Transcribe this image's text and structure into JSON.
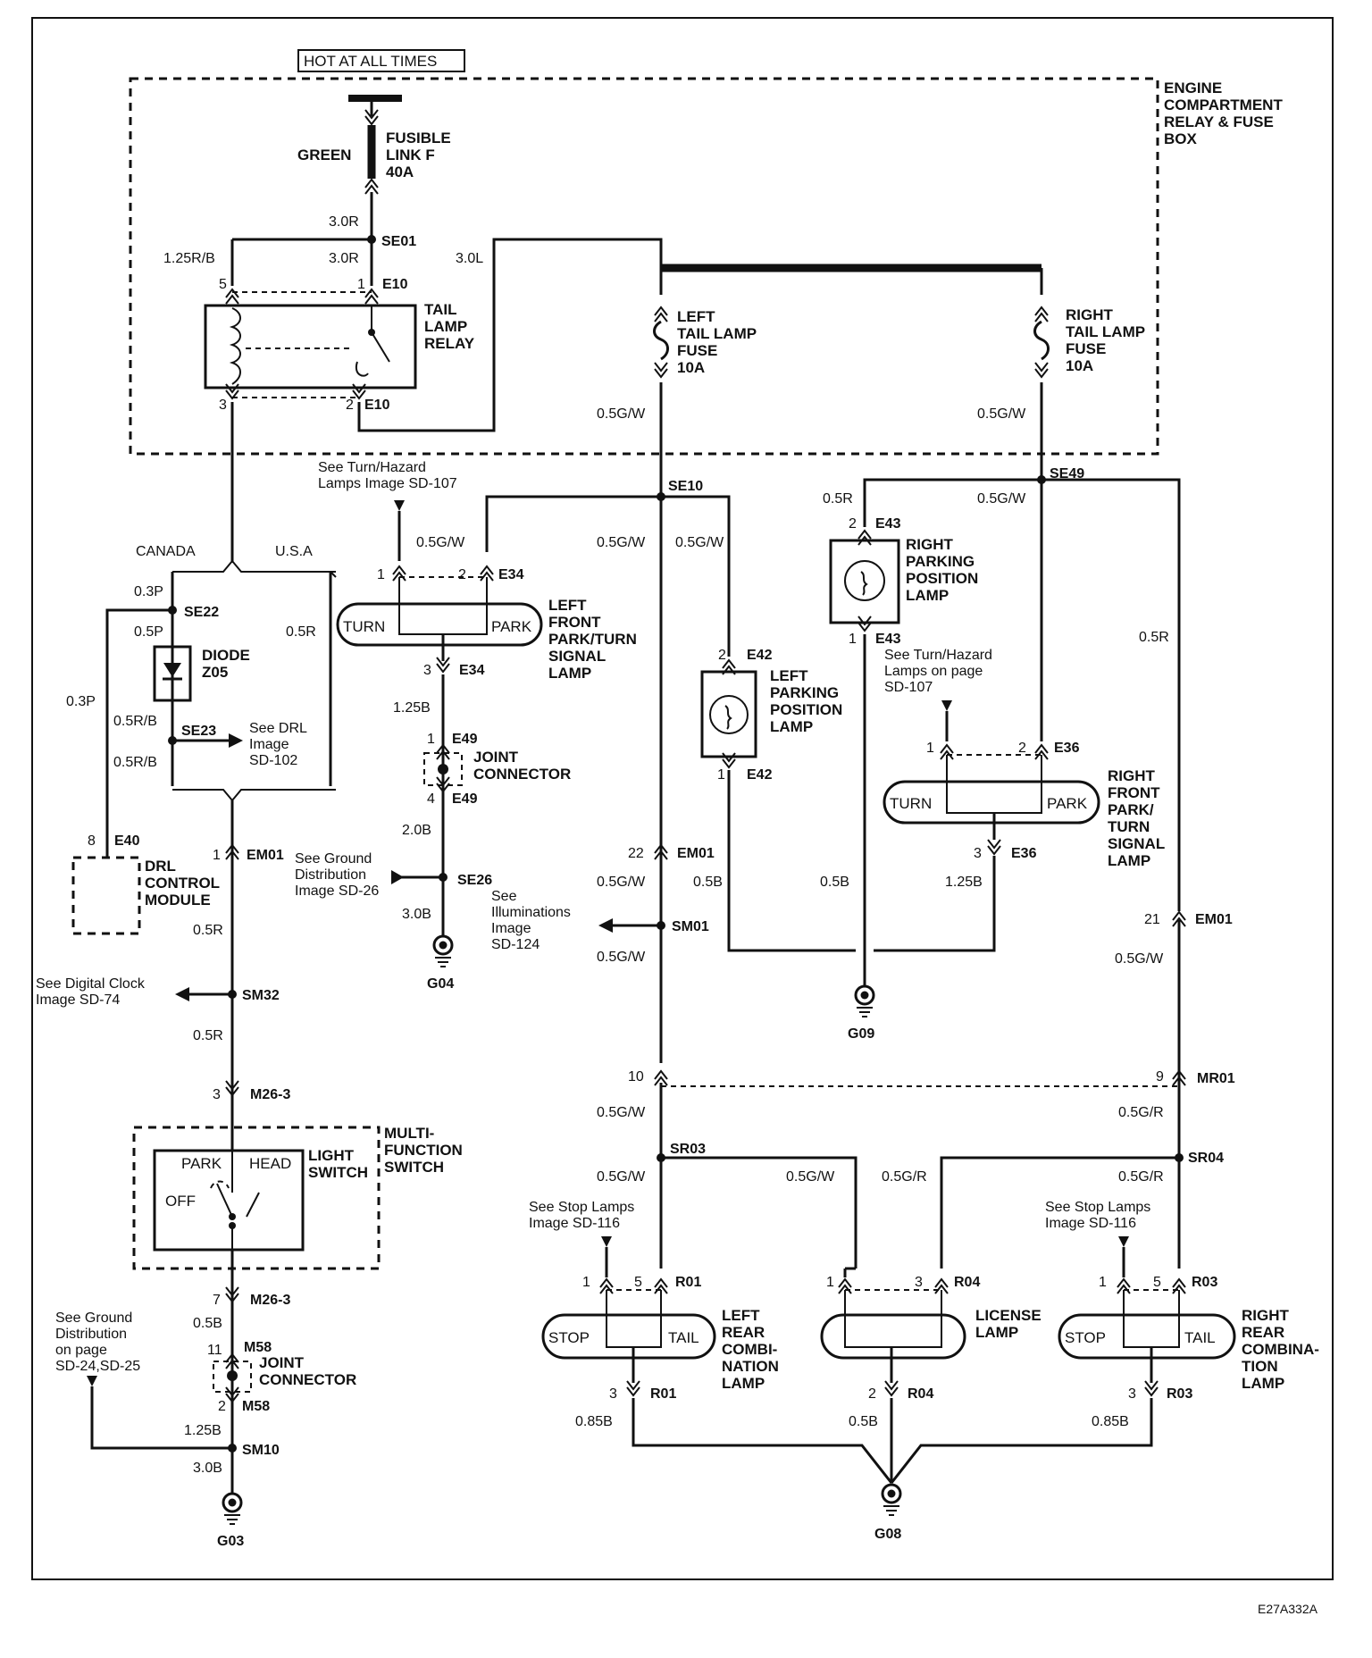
{
  "labels": {
    "hot": "HOT AT ALL TIMES",
    "box1": "ENGINE",
    "box2": "COMPARTMENT",
    "box3": "RELAY & FUSE",
    "box4": "BOX",
    "green": "GREEN",
    "fl1": "FUSIBLE",
    "fl2": "LINK F",
    "fl3": "40A",
    "w_3_0R_a": "3.0R",
    "se01": "SE01",
    "w_125RB": "1.25R/B",
    "w_3_0R_b": "3.0R",
    "w_3_0L": "3.0L",
    "p5": "5",
    "p1": "1",
    "e10a": "E10",
    "tl1": "TAIL",
    "tl2": "LAMP",
    "tl3": "RELAY",
    "p3": "3",
    "p2": "2",
    "e10b": "E10",
    "lf1": "LEFT",
    "lf2": "TAIL LAMP",
    "lf3": "FUSE",
    "lf4": "10A",
    "rf1": "RIGHT",
    "rf2": "TAIL LAMP",
    "rf3": "FUSE",
    "rf4": "10A",
    "w_05GW_l": "0.5G/W",
    "w_05GW_r": "0.5G/W",
    "se10": "SE10",
    "se49": "SE49",
    "th1": "See Turn/Hazard",
    "th2": "Lamps Image  SD-107",
    "canada": "CANADA",
    "usa": "U.S.A",
    "w_03P_a": "0.3P",
    "se22": "SE22",
    "w_05P": "0.5P",
    "d1": "DIODE",
    "d2": "Z05",
    "w_05R_usa": "0.5R",
    "w_03P_b": "0.3P",
    "w_05RB_a": "0.5R/B",
    "se23": "SE23",
    "drl1": "See DRL",
    "drl2": "Image",
    "drl3": "SD-102",
    "w_05RB_b": "0.5R/B",
    "e34_1": "1",
    "e34_2": "2",
    "e34_lbl": "E34",
    "w_05GW_e34": "0.5G/W",
    "turn_l": "TURN",
    "park_l": "PARK",
    "lfp1": "LEFT",
    "lfp2": "FRONT",
    "lfp3": "PARK/TURN",
    "lfp4": "SIGNAL",
    "lfp5": "LAMP",
    "e34_3": "3",
    "e34_lbl2": "E34",
    "w_125B": "1.25B",
    "e49_1": "1",
    "e49_lbl": "E49",
    "jc1": "JOINT",
    "jc2": "CONNECTOR",
    "e49_4": "4",
    "e49_lbl2": "E49",
    "w_20B": "2.0B",
    "sg1": "See Ground",
    "sg2": "Distribution",
    "sg3": "Image  SD-26",
    "se26": "SE26",
    "w_30B": "3.0B",
    "g04": "G04",
    "w_05GW_c": "0.5G/W",
    "w_05GW_d": "0.5G/W",
    "e42_2": "2",
    "e42_lbl": "E42",
    "lpp1": "LEFT",
    "lpp2": "PARKING",
    "lpp3": "POSITION",
    "lpp4": "LAMP",
    "e42_1": "1",
    "e42_lbl2": "E42",
    "w_05R_e43": "0.5R",
    "w_05GW_e": "0.5G/W",
    "e43_2": "2",
    "e43_lbl": "E43",
    "rpp1": "RIGHT",
    "rpp2": "PARKING",
    "rpp3": "POSITION",
    "rpp4": "LAMP",
    "e43_1": "1",
    "e43_lbl2": "E43",
    "th3": "See Turn/Hazard",
    "th4": "Lamps on page",
    "th5": "SD-107",
    "w_05R_right": "0.5R",
    "e36_1": "1",
    "e36_2": "2",
    "e36_lbl": "E36",
    "turn_r": "TURN",
    "park_r": "PARK",
    "rfp1": "RIGHT",
    "rfp2": "FRONT",
    "rfp3": "PARK/",
    "rfp4": "TURN",
    "rfp5": "SIGNAL",
    "rfp6": "LAMP",
    "e36_3": "3",
    "e36_lbl2": "E36",
    "w_125B_b": "1.25B",
    "e40_8": "8",
    "e40_lbl": "E40",
    "dcm1": "DRL",
    "dcm2": "CONTROL",
    "dcm3": "MODULE",
    "em01_1": "1",
    "em01_lbl": "EM01",
    "w_05R_a": "0.5R",
    "em01_22": "22",
    "em01_lbl2": "EM01",
    "w_05GW_f": "0.5G/W",
    "w_05B_a": "0.5B",
    "w_05B_b": "0.5B",
    "sm01": "SM01",
    "ill1": "See",
    "ill2": "Illuminations",
    "ill3": "Image",
    "ill4": "SD-124",
    "w_05GW_g": "0.5G/W",
    "g09": "G09",
    "em01_21": "21",
    "em01_lbl3": "EM01",
    "w_05GW_h": "0.5G/W",
    "dc1": "See Digital Clock",
    "dc2": "Image  SD-74",
    "sm32": "SM32",
    "w_05R_b": "0.5R",
    "m263_3": "3",
    "m263_lbl": "M26-3",
    "mp10": "10",
    "mp9": "9",
    "mr01": "MR01",
    "w_05GW_i": "0.5G/W",
    "w_05GR_a": "0.5G/R",
    "mf1": "MULTI-",
    "mf2": "FUNCTION",
    "mf3": "SWITCH",
    "park_sw": "PARK",
    "head_sw": "HEAD",
    "off_sw": "OFF",
    "ls1": "LIGHT",
    "ls2": "SWITCH",
    "sr03": "SR03",
    "sr04": "SR04",
    "w_05GW_j": "0.5G/W",
    "w_05GW_k": "0.5G/W",
    "w_05GR_b": "0.5G/R",
    "w_05GR_c": "0.5G/R",
    "ss1": "See Stop Lamps",
    "ss2": "Image  SD-116",
    "ss3": "See Stop Lamps",
    "ss4": "Image  SD-116",
    "m263_7": "7",
    "m263_lbl2": "M26-3",
    "w_05B_c": "0.5B",
    "gd1": "See Ground",
    "gd2": "Distribution",
    "gd3": "on page",
    "gd4": "SD-24,SD-25",
    "m58_11": "11",
    "m58_lbl": "M58",
    "jc3": "JOINT",
    "jc4": "CONNECTOR",
    "m58_2": "2",
    "m58_lbl2": "M58",
    "w_125B_c": "1.25B",
    "sm10": "SM10",
    "w_30B_b": "3.0B",
    "g03": "G03",
    "r01_1": "1",
    "r01_5": "5",
    "r01_lbl": "R01",
    "stop_l": "STOP",
    "tail_l": "TAIL",
    "lrc1": "LEFT",
    "lrc2": "REAR",
    "lrc3": "COMBI-",
    "lrc4": "NATION",
    "lrc5": "LAMP",
    "r01_3": "3",
    "r01_lbl2": "R01",
    "w_085B_a": "0.85B",
    "r04_1": "1",
    "r04_3": "3",
    "r04_lbl": "R04",
    "lic1": "LICENSE",
    "lic2": "LAMP",
    "r04_2": "2",
    "r04_lbl2": "R04",
    "w_05B_d": "0.5B",
    "r03_1": "1",
    "r03_5": "5",
    "r03_lbl": "R03",
    "stop_r": "STOP",
    "tail_r": "TAIL",
    "rrc1": "RIGHT",
    "rrc2": "REAR",
    "rrc3": "COMBINA-",
    "rrc4": "TION",
    "rrc5": "LAMP",
    "r03_3": "3",
    "r03_lbl2": "R03",
    "w_085B_b": "0.85B",
    "g08": "G08",
    "code": "E27A332A"
  }
}
